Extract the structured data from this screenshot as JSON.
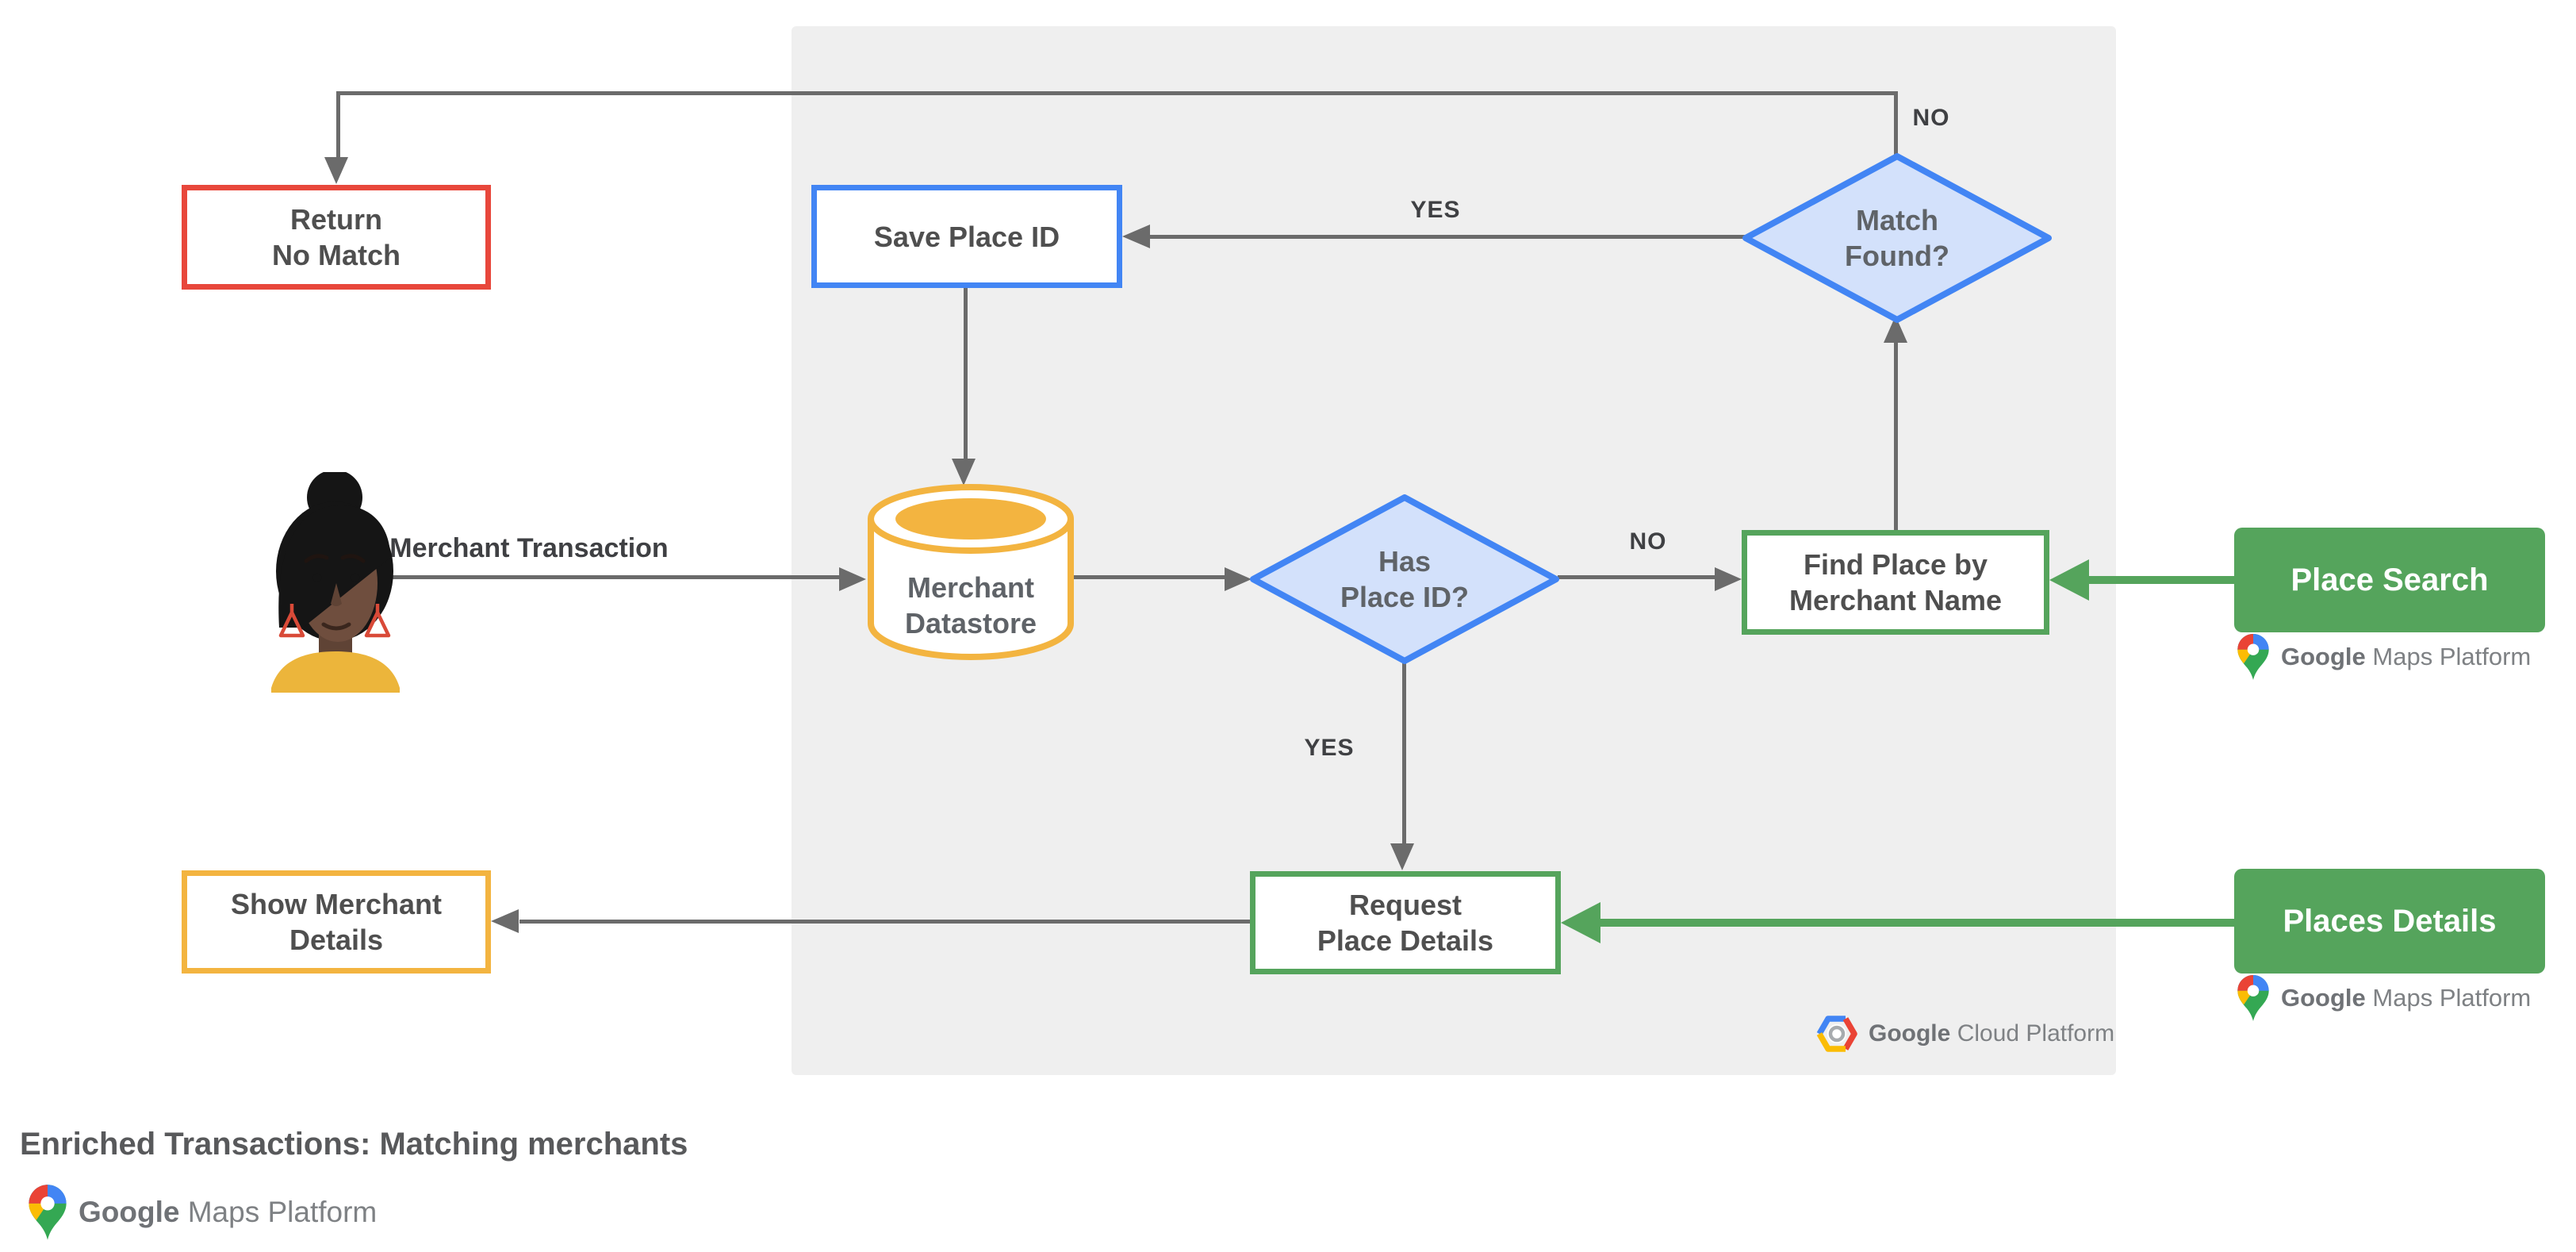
{
  "diagram": {
    "title": "Enriched Transactions: Matching merchants"
  },
  "colors": {
    "red": "#E8473B",
    "blue": "#4285F4",
    "blue_fill": "#D3E1FB",
    "yellow": "#F3B440",
    "green": "#55A45C",
    "arrow_gray": "#6B6B6B",
    "panel_gray": "#EFEFEF"
  },
  "nodes": {
    "return_no_match": {
      "line1": "Return",
      "line2": "No Match"
    },
    "save_place_id": {
      "label": "Save Place ID"
    },
    "match_found": {
      "line1": "Match",
      "line2": "Found?"
    },
    "merchant_datastore": {
      "line1": "Merchant",
      "line2": "Datastore"
    },
    "has_place_id": {
      "line1": "Has",
      "line2": "Place ID?"
    },
    "find_place": {
      "line1": "Find Place by",
      "line2": "Merchant Name"
    },
    "place_search": {
      "label": "Place Search"
    },
    "request_place_details": {
      "line1": "Request",
      "line2": "Place Details"
    },
    "places_details": {
      "label": "Places Details"
    },
    "show_merchant_details": {
      "line1": "Show Merchant",
      "line2": "Details"
    }
  },
  "edge_labels": {
    "no_top": "NO",
    "yes_top": "YES",
    "no_mid": "NO",
    "yes_mid": "YES",
    "merchant_transaction": "Merchant Transaction"
  },
  "logos": {
    "gcp": {
      "part1": "Google",
      "part2": "Cloud Platform"
    },
    "gmp": {
      "part1": "Google",
      "part2": "Maps Platform"
    }
  }
}
